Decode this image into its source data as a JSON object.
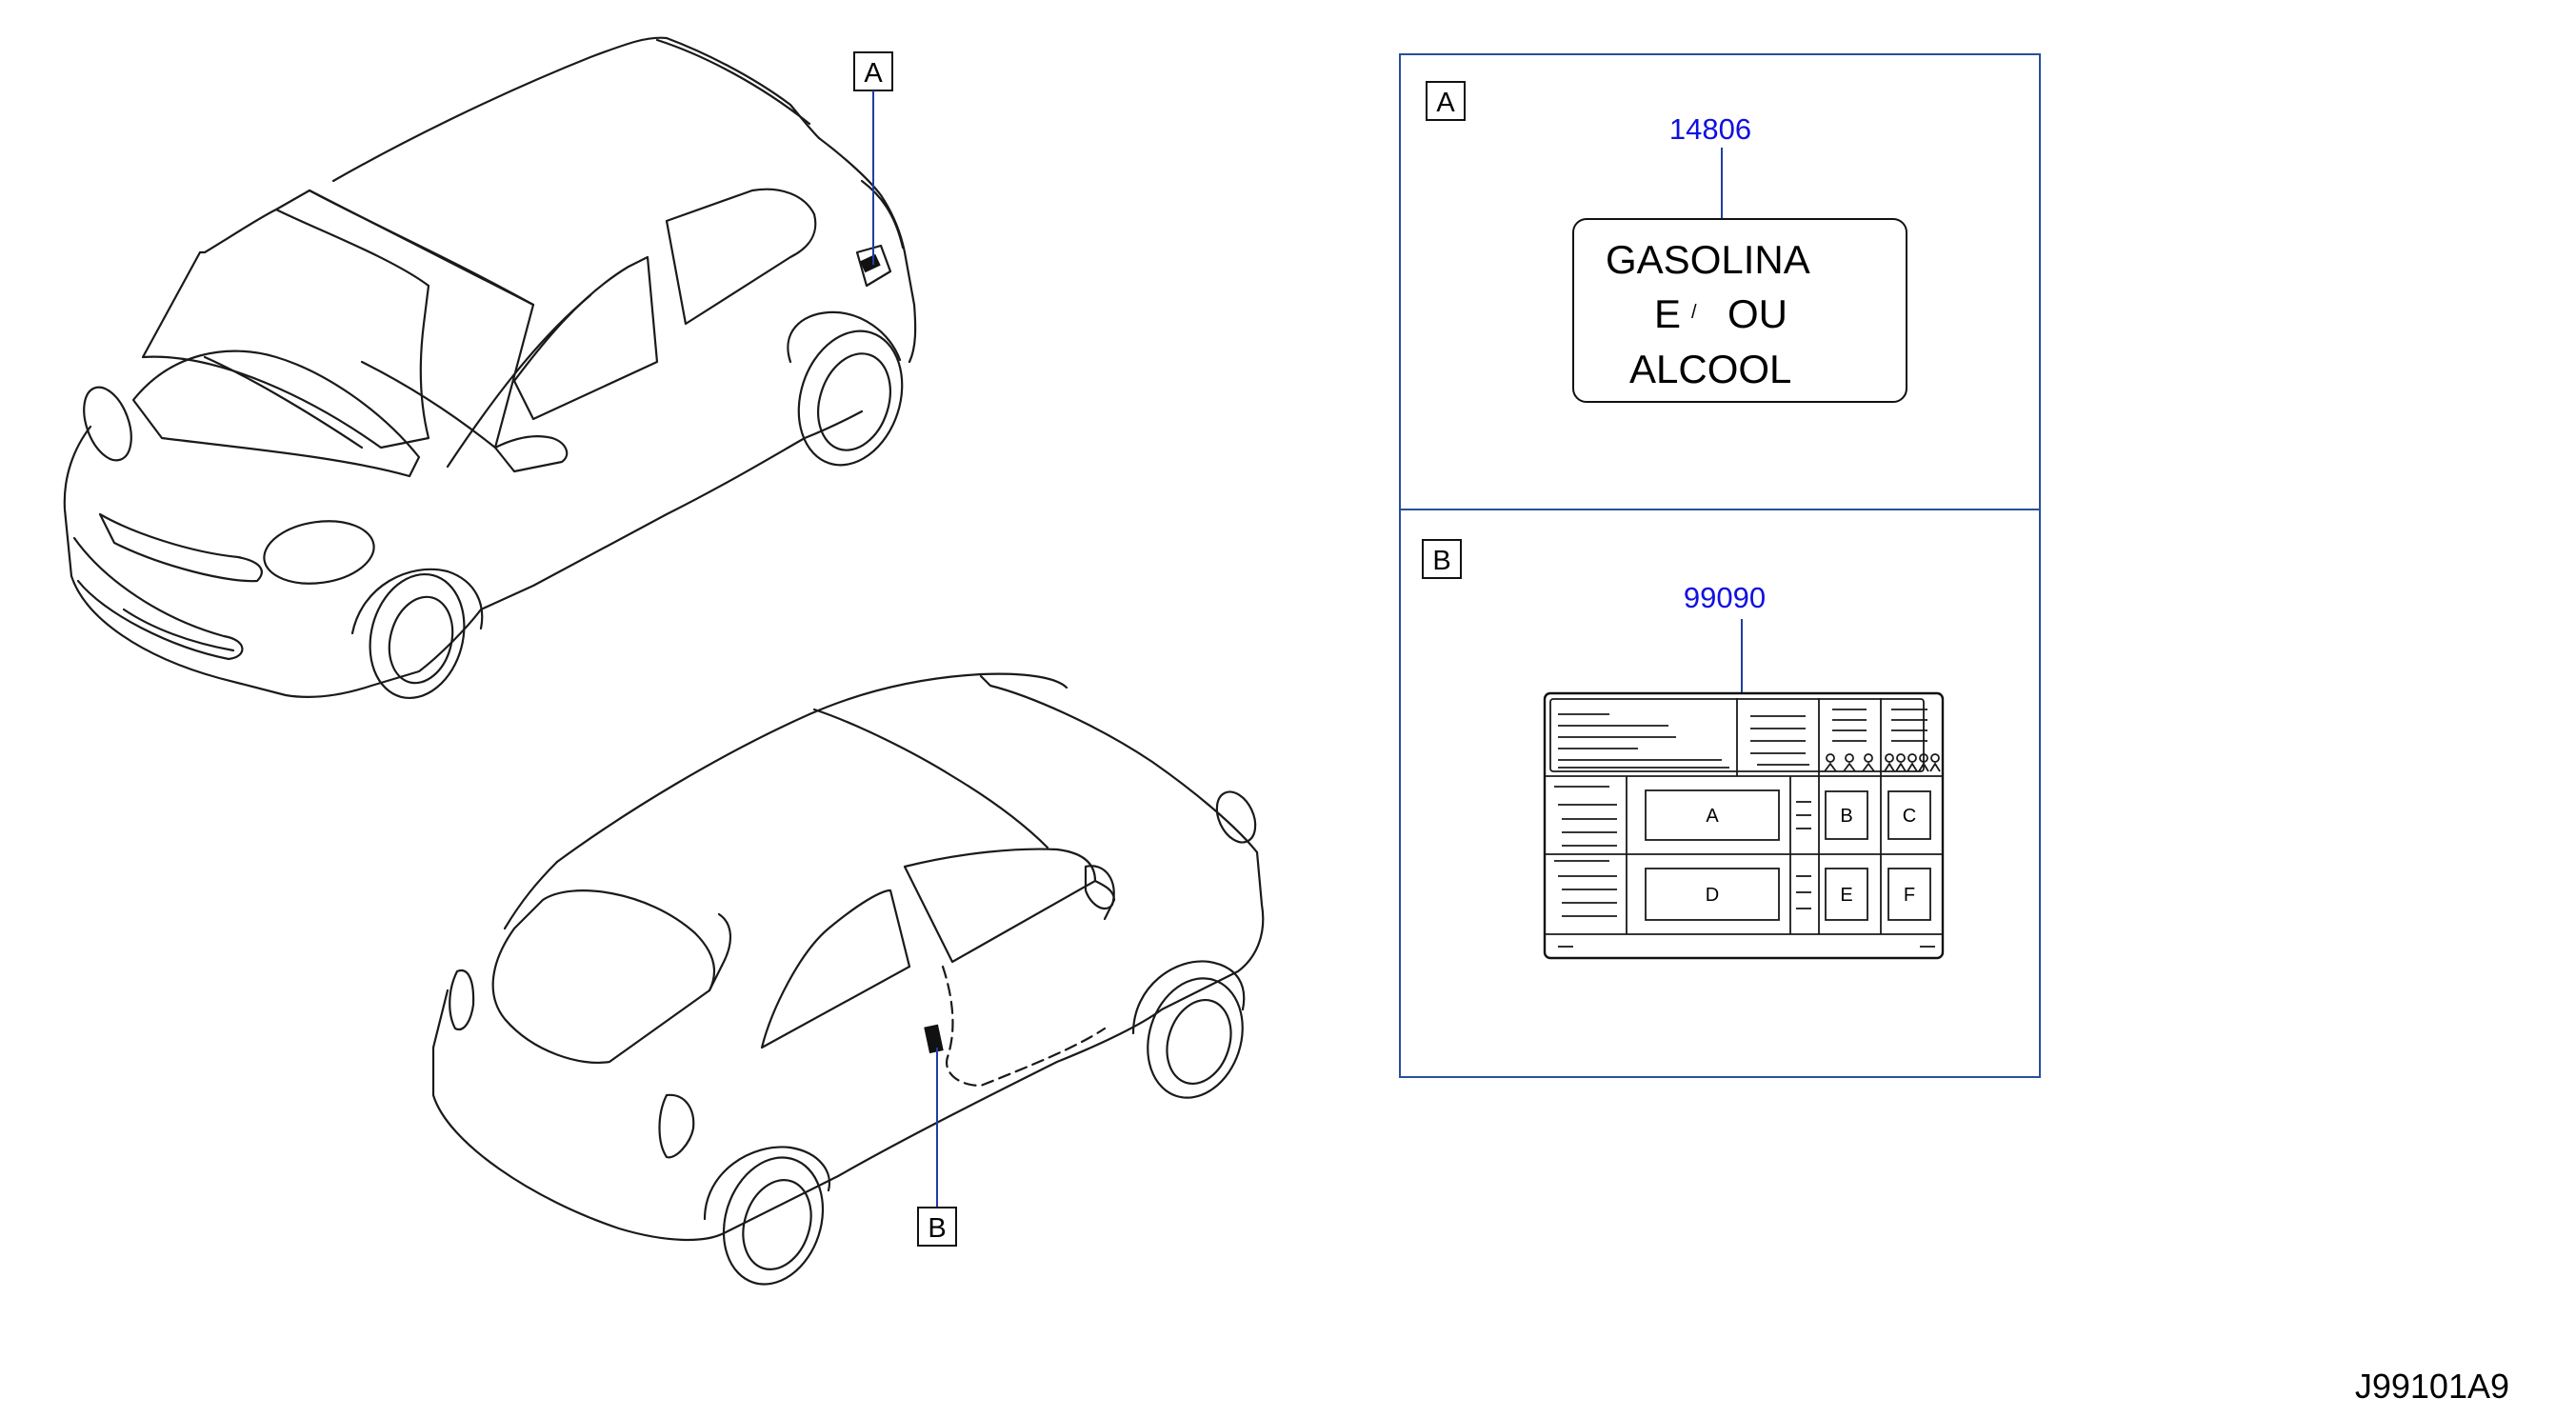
{
  "callouts": {
    "a_letter": "A",
    "b_letter": "B"
  },
  "panel_a": {
    "letter": "A",
    "part_number": "14806",
    "label_lines": [
      "GASOLINA",
      "E",
      "/",
      "OU",
      "ALCOOL"
    ]
  },
  "panel_b": {
    "letter": "B",
    "part_number": "99090",
    "label_cells": [
      "A",
      "B",
      "C",
      "D",
      "E",
      "F"
    ]
  },
  "diagram_code": "J99101A9",
  "colors": {
    "part_number": "#1010e0",
    "leader_line": "#1f3fa0",
    "panel_border": "#2a4f9a",
    "linework": "#1a1a1a"
  }
}
